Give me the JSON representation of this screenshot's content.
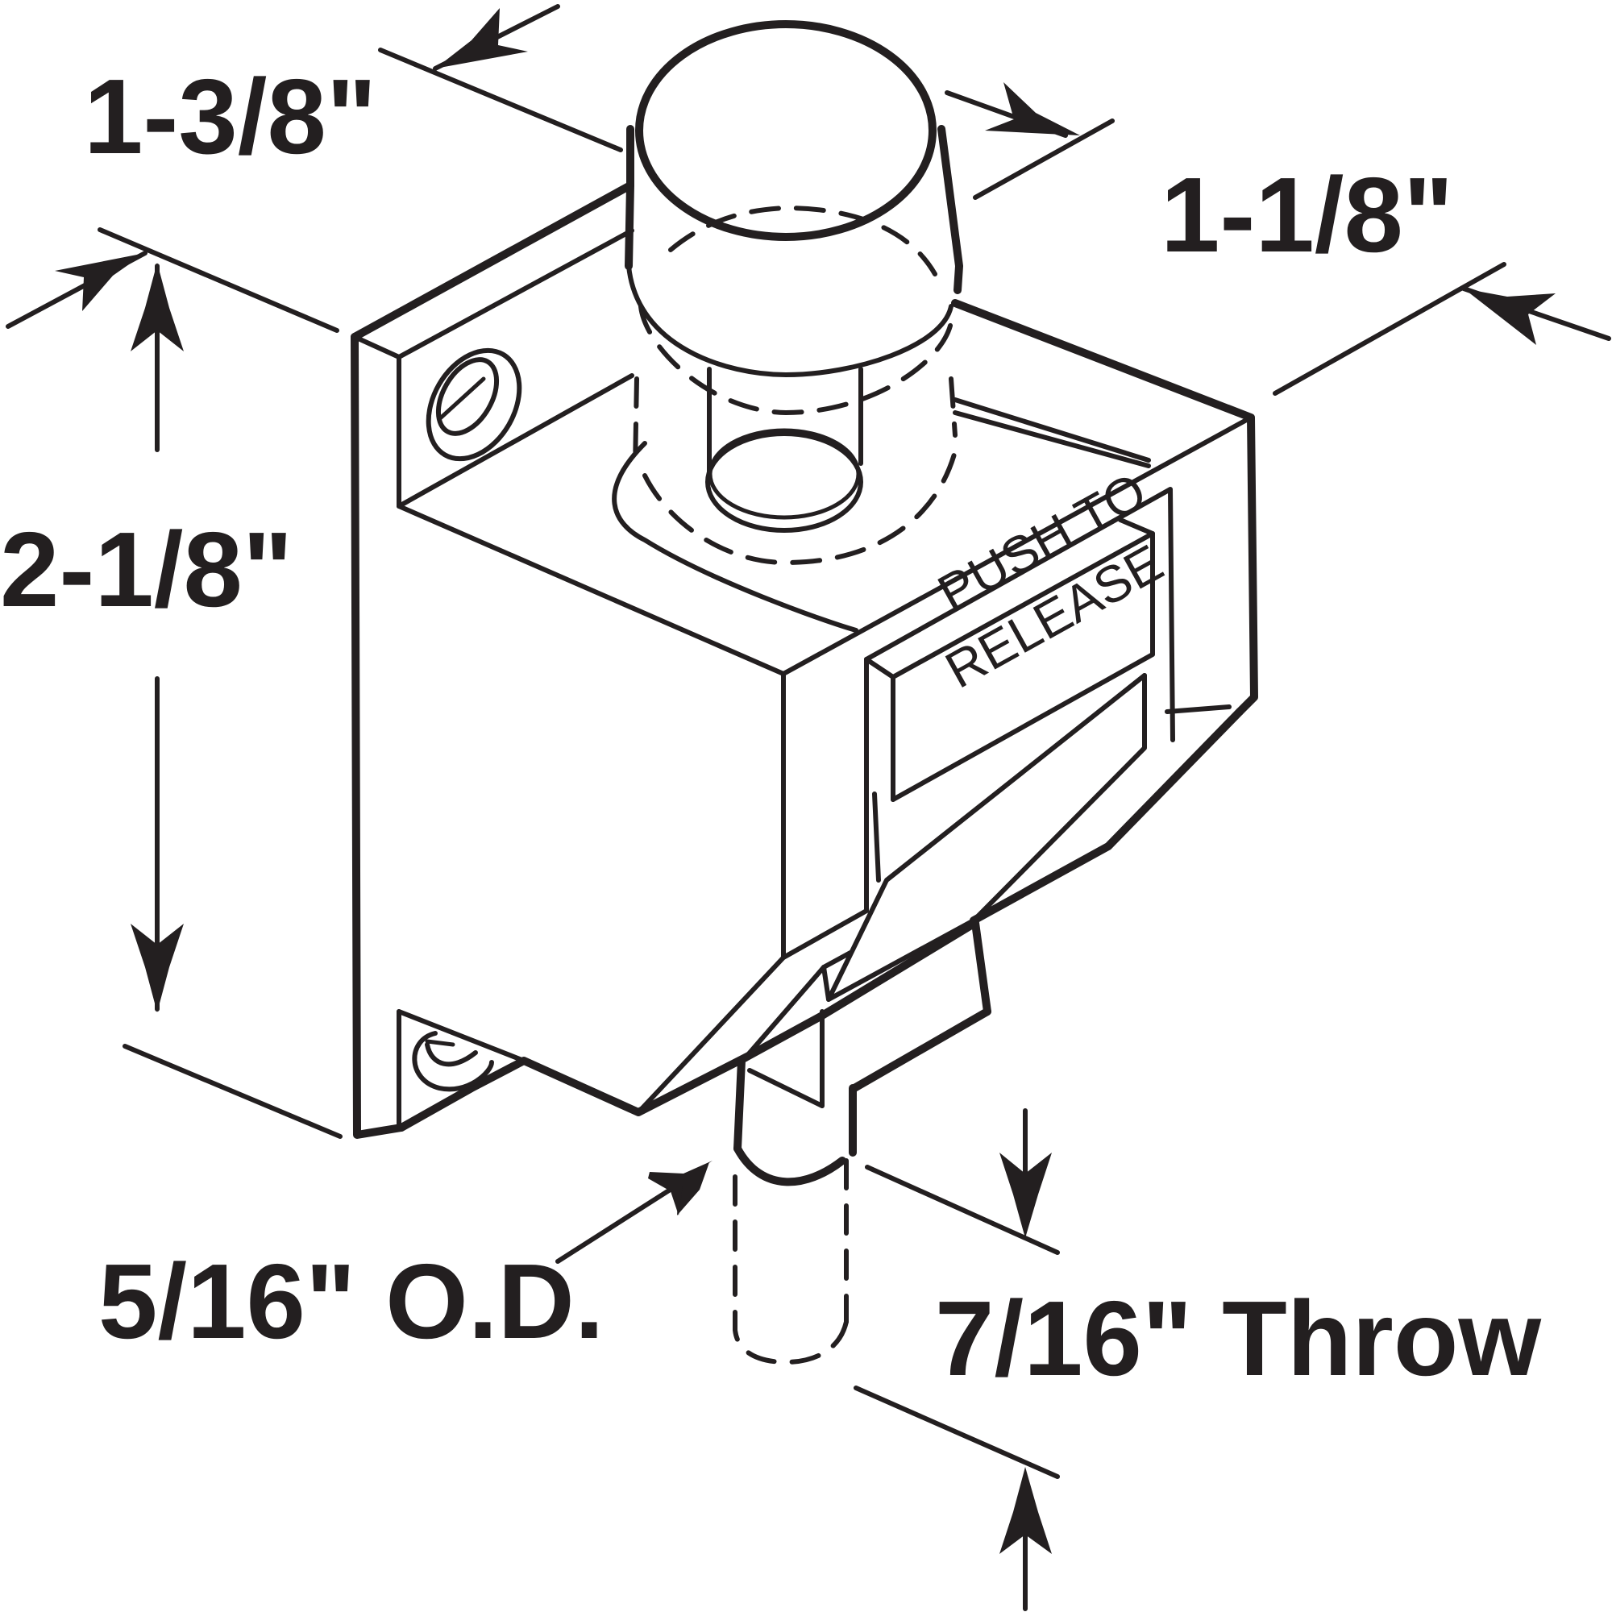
{
  "dimensions": {
    "top_depth": "1-3/8\"",
    "top_width": "1-1/8\"",
    "height": "2-1/8\"",
    "bolt_od": "5/16\" O.D.",
    "throw": "7/16\" Throw"
  },
  "label": {
    "line1": "PUSH TO",
    "line2": "RELEASE"
  },
  "colors": {
    "ink": "#231f20",
    "paper": "#ffffff"
  }
}
